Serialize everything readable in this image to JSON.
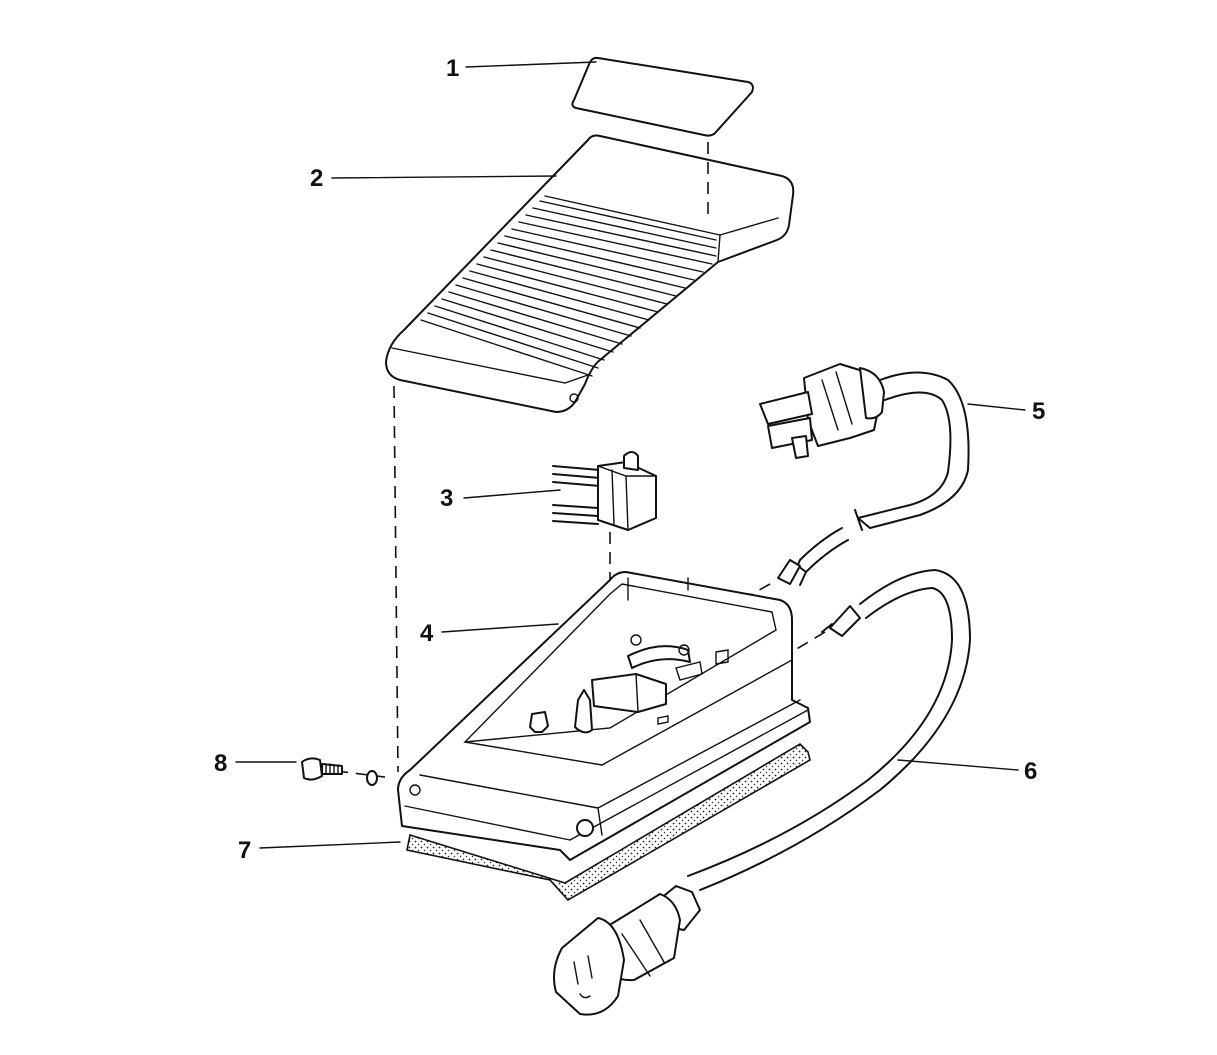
{
  "diagram": {
    "callouts": [
      {
        "id": "1",
        "label": "1",
        "part": "label-plate"
      },
      {
        "id": "2",
        "label": "2",
        "part": "pedal-cover"
      },
      {
        "id": "3",
        "label": "3",
        "part": "switch"
      },
      {
        "id": "4",
        "label": "4",
        "part": "base-housing"
      },
      {
        "id": "5",
        "label": "5",
        "part": "power-cord-plug"
      },
      {
        "id": "6",
        "label": "6",
        "part": "outlet-cord"
      },
      {
        "id": "7",
        "label": "7",
        "part": "pad"
      },
      {
        "id": "8",
        "label": "8",
        "part": "screw-washer"
      }
    ]
  }
}
